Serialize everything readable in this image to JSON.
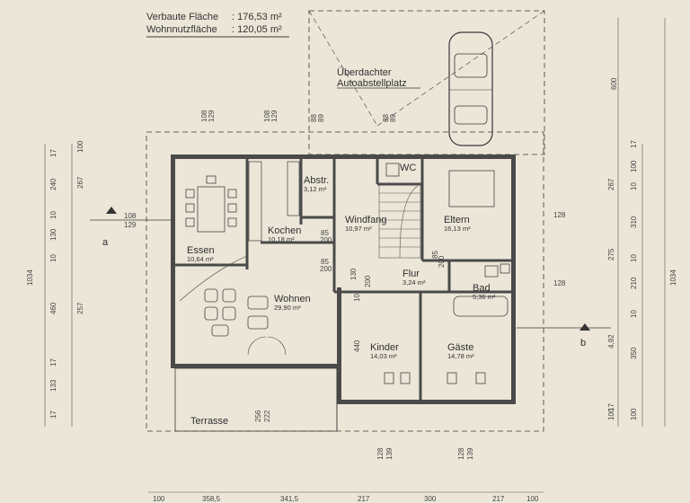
{
  "header": {
    "built_area_label": "Verbaute Fläche",
    "built_area_value": ": 176,53 m²",
    "living_area_label": "Wohnnutzfläche",
    "living_area_value": ": 120,05 m²"
  },
  "carport": {
    "label_line1": "Überdachter",
    "label_line2": "Autoabstellplatz"
  },
  "rooms": [
    {
      "key": "essen",
      "name": "Essen",
      "area": "10,64 m²"
    },
    {
      "key": "kochen",
      "name": "Kochen",
      "area": "10,18 m²"
    },
    {
      "key": "abstr",
      "name": "Abstr.",
      "area": "3,12 m²"
    },
    {
      "key": "wc",
      "name": "WC",
      "area": ""
    },
    {
      "key": "windfang",
      "name": "Windfang",
      "area": "10,97 m²"
    },
    {
      "key": "eltern",
      "name": "Eltern",
      "area": "16,13 m²"
    },
    {
      "key": "wohnen",
      "name": "Wohnen",
      "area": "29,90 m²"
    },
    {
      "key": "flur",
      "name": "Flur",
      "area": "3,24 m²"
    },
    {
      "key": "bad",
      "name": "Bad",
      "area": "5,36 m²"
    },
    {
      "key": "kinder",
      "name": "Kinder",
      "area": "14,03 m²"
    },
    {
      "key": "gaeste",
      "name": "Gäste",
      "area": "14,78 m²"
    },
    {
      "key": "terrasse",
      "name": "Terrasse",
      "area": ""
    }
  ],
  "section_marks": {
    "a": "a",
    "b": "b"
  },
  "dims": {
    "left_total": "1034",
    "right_total": "1034",
    "left_outer": [
      "17",
      "240",
      "10",
      "130",
      "10",
      "460",
      "17",
      "133",
      "17"
    ],
    "left_inner": [
      "100",
      "267",
      "257"
    ],
    "right_inner": [
      "100",
      "267",
      "275",
      "4,92",
      "17"
    ],
    "right_outer": [
      "17",
      "100",
      "10",
      "310",
      "10",
      "210",
      "10",
      "350",
      "100"
    ],
    "top_window_pairs": [
      "108",
      "129",
      "108",
      "129",
      "88",
      "89",
      "88",
      "89"
    ],
    "carport_depth": "600",
    "window_128": "128",
    "bottom": [
      "100",
      "358,5",
      "341,5",
      "217",
      "300",
      "217",
      "100"
    ],
    "interior": [
      "108",
      "129",
      "128",
      "85",
      "200",
      "85",
      "200",
      "130",
      "200",
      "85",
      "200",
      "440",
      "256",
      "222",
      "128",
      "139",
      "128",
      "139",
      "10"
    ]
  }
}
